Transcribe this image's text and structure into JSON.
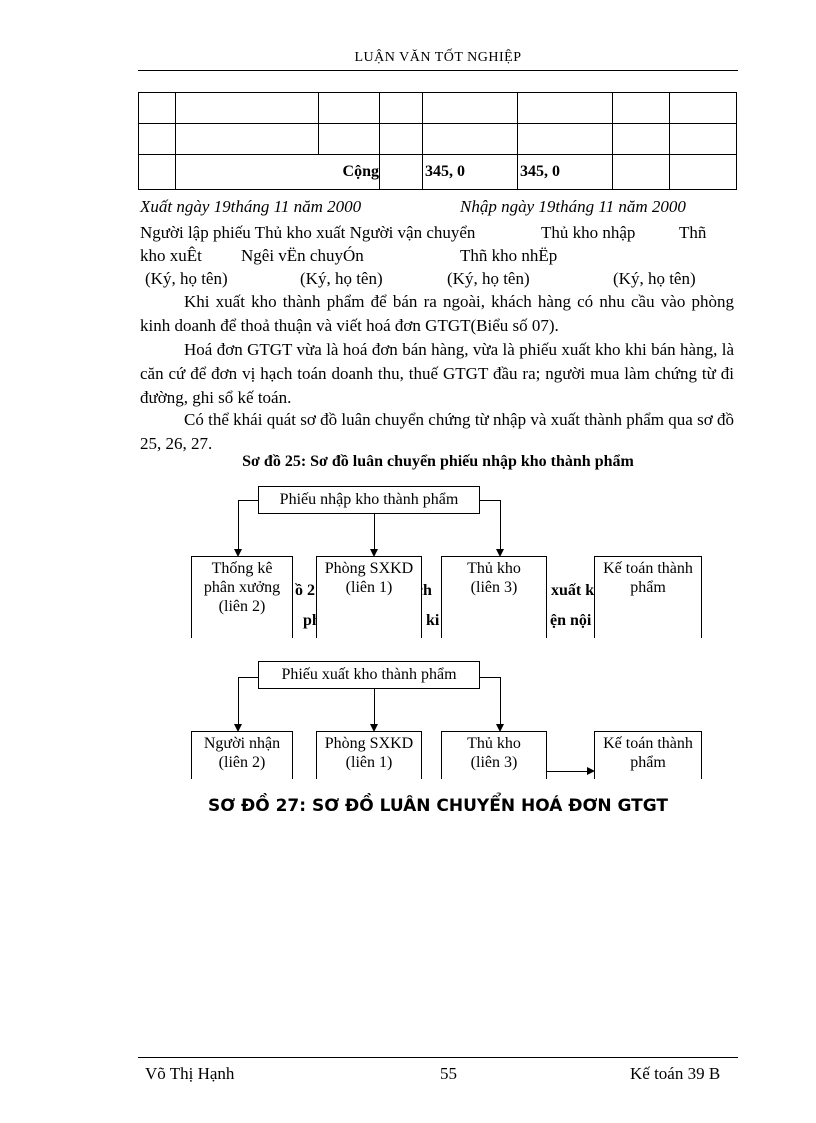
{
  "header": {
    "title": "LUẬN VĂN TỐT NGHIỆP"
  },
  "table": {
    "total_label": "Cộng",
    "total_value_1": "345, 0",
    "total_value_2": "345, 0"
  },
  "signatures": {
    "date_export": "Xuất ngày 19tháng 11 năm 2000",
    "date_import": "Nhập ngày 19tháng 11 năm 2000",
    "line1_a": "Người lập phiếu Thủ kho xuất Người vận chuyển",
    "line1_b": "Thủ kho nhập",
    "line1_c": "Thñ",
    "line2_a": "kho xuÊt",
    "line2_b": "Ng­êi  vËn chuyÓn",
    "line2_c": "Thñ kho nhËp",
    "sign_1": "(Ký, họ tên)",
    "sign_2": "(Ký, họ tên)",
    "sign_3": "(Ký, họ tên)",
    "sign_4": "(Ký, họ tên)"
  },
  "paragraphs": [
    "Khi xuất kho thành phẩm để bán ra ngoài, khách hàng có nhu cầu vào phòng kinh doanh để thoả thuận và viết hoá đơn GTGT(Biểu số 07).",
    "Hoá đơn GTGT vừa là hoá đơn bán hàng, vừa là phiếu xuất kho khi bán hàng, là căn cứ để đơn vị hạch toán doanh thu, thuế GTGT đầu ra; người mua làm chứng từ đi đường, ghi sổ kế toán.",
    "Có thể khái quát sơ đồ luân chuyển chứng từ nhập và xuất thành phẩm qua sơ đồ 25, 26, 27."
  ],
  "diagram25": {
    "title": "Sơ đồ 25: Sơ đồ luân chuyển phiếu nhập kho thành phẩm",
    "source": "Phiếu nhập kho thành phẩm",
    "targets": [
      {
        "line1": "Thống kê",
        "line2": "phân xưởng",
        "line3": "(liên 2)"
      },
      {
        "line1": "Phòng SXKD",
        "line2": "(liên 1)"
      },
      {
        "line1": "Thủ kho",
        "line2": "(liên 3)"
      },
      {
        "line1": "Kế toán thành",
        "line2": "phẩm"
      }
    ],
    "hidden_fragments": [
      "ồ 2",
      "n ch",
      "xuất k",
      "ph",
      "ki",
      "ện nội"
    ]
  },
  "diagram26": {
    "source": "Phiếu xuất kho thành phẩm",
    "targets": [
      {
        "line1": "Người  nhận",
        "line2": "(liên 2)"
      },
      {
        "line1": "Phòng SXKD",
        "line2": "(liên 1)"
      },
      {
        "line1": "Thủ kho",
        "line2": "(liên 3)"
      },
      {
        "line1": "Kế toán thành",
        "line2": "phẩm"
      }
    ]
  },
  "diagram27": {
    "title": "SƠ ĐỒ 27: SƠ ĐỒ LUÂN CHUYỂN HOÁ ĐƠN GTGT"
  },
  "footer": {
    "author": "Võ Thị Hạnh",
    "page": "55",
    "class": "Kế toán 39 B"
  }
}
